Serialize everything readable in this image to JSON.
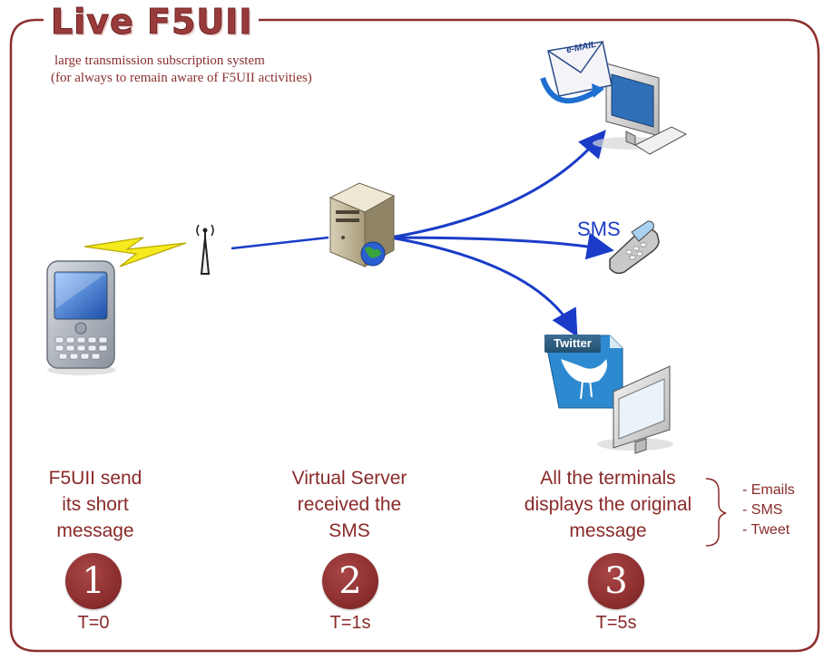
{
  "header": {
    "title": "Live F5UII",
    "subtitle_lines": [
      "large transmission subscription system",
      "(for always to remain aware of F5UII activities)"
    ]
  },
  "labels": {
    "sms": "SMS",
    "twitter": "Twitter",
    "email": "e-MAIL"
  },
  "steps": [
    {
      "number": "1",
      "lines": [
        "F5UII send",
        "its short",
        "message"
      ],
      "time": "T=0"
    },
    {
      "number": "2",
      "lines": [
        "Virtual Server",
        "received the",
        "SMS"
      ],
      "time": "T=1s"
    },
    {
      "number": "3",
      "lines": [
        "All the terminals",
        "displays the original",
        "message"
      ],
      "time": "T=5s"
    }
  ],
  "outputs": [
    "- Emails",
    "- SMS",
    "- Tweet"
  ],
  "colors": {
    "frame": "#8e2f2f",
    "arrows": "#1a3cc8",
    "text": "#8a2a2a",
    "lightning": "#f5ea1e"
  },
  "icons": [
    "smartphone-icon",
    "lightning-icon",
    "antenna-icon",
    "server-icon",
    "globe-icon",
    "email-computer-icon",
    "mobile-phone-icon",
    "twitter-computer-icon"
  ]
}
